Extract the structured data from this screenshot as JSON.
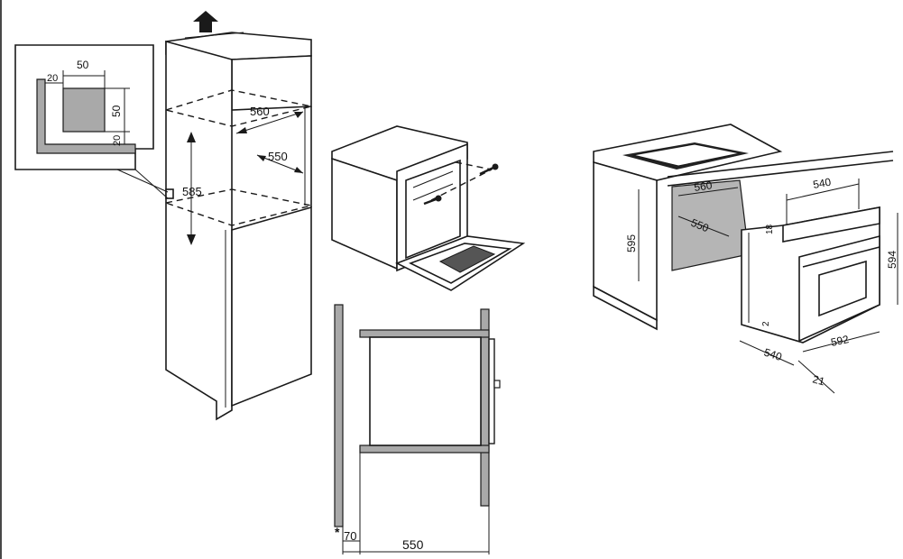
{
  "cabinet": {
    "detail": {
      "w50": "50",
      "h50": "50",
      "off20a": "20",
      "off20b": "20"
    },
    "dim560": "560",
    "dim550": "550",
    "dim585": "585"
  },
  "section": {
    "dim550": "550",
    "dim70": "70",
    "asterisk": "*"
  },
  "undercounter": {
    "dim560": "560",
    "dim550": "550",
    "dim595": "595",
    "dim540top": "540",
    "dim594": "594",
    "dim540bottom": "540",
    "dim592": "592",
    "dim21": "21",
    "dim18": "18",
    "dim2": "2"
  },
  "colors": {
    "line": "#1a1a1a",
    "grey_fill": "#a9a9a9",
    "background": "#ffffff"
  }
}
